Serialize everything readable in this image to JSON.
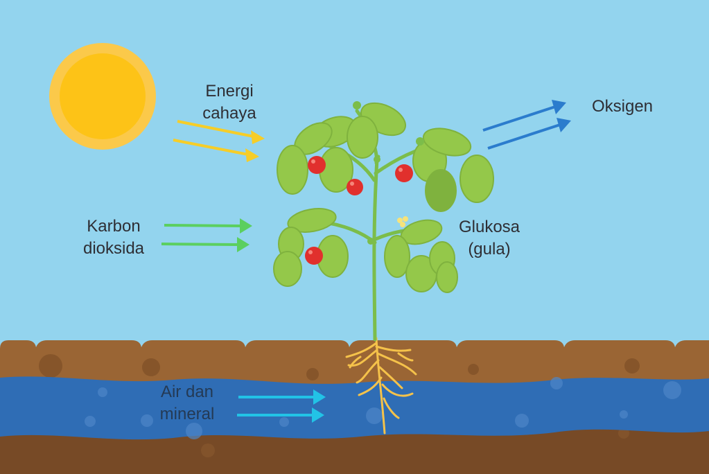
{
  "labels": {
    "light_energy": {
      "line1": "Energi",
      "line2": "cahaya"
    },
    "oxygen": {
      "line1": "Oksigen"
    },
    "carbon_dioxide": {
      "line1": "Karbon",
      "line2": "dioksida"
    },
    "glucose": {
      "line1": "Glukosa",
      "line2": "(gula)"
    },
    "water_minerals": {
      "line1": "Air dan",
      "line2": "mineral"
    }
  },
  "colors": {
    "sky": "#93d4ee",
    "sun_outer": "#fbc94a",
    "sun_inner": "#fdc317",
    "soil_top": "#9a6534",
    "soil_bottom": "#774a26",
    "water": "#2f6db5",
    "light_arrow": "#f6cd28",
    "oxygen_arrow": "#2b7ccd",
    "co2_arrow": "#5bcf5f",
    "water_arrow": "#22c3e6",
    "leaf": "#94c84a",
    "stem": "#7cbd4a",
    "tomato": "#e1302d",
    "root": "#f5c24a"
  },
  "icons": [
    "sun-icon",
    "plant-icon",
    "tomato-icon",
    "root-icon"
  ]
}
